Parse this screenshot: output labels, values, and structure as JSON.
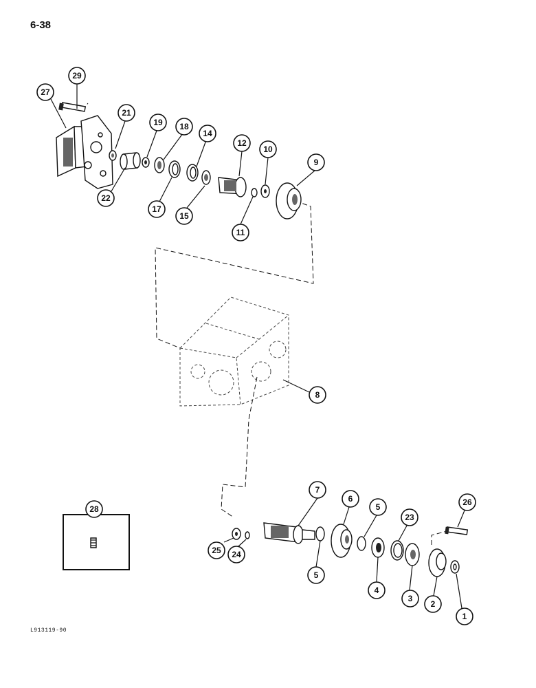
{
  "page": {
    "number": "6-38",
    "figure_code": "L913119-90"
  },
  "callouts": [
    {
      "id": "c29",
      "label": "29"
    },
    {
      "id": "c27",
      "label": "27"
    },
    {
      "id": "c21",
      "label": "21"
    },
    {
      "id": "c19",
      "label": "19"
    },
    {
      "id": "c18",
      "label": "18"
    },
    {
      "id": "c14",
      "label": "14"
    },
    {
      "id": "c12",
      "label": "12"
    },
    {
      "id": "c10",
      "label": "10"
    },
    {
      "id": "c9",
      "label": "9"
    },
    {
      "id": "c22",
      "label": "22"
    },
    {
      "id": "c17",
      "label": "17"
    },
    {
      "id": "c15",
      "label": "15"
    },
    {
      "id": "c11",
      "label": "11"
    },
    {
      "id": "c8",
      "label": "8"
    },
    {
      "id": "c28",
      "label": "28"
    },
    {
      "id": "c7",
      "label": "7"
    },
    {
      "id": "c6",
      "label": "6"
    },
    {
      "id": "c5a",
      "label": "5"
    },
    {
      "id": "c23",
      "label": "23"
    },
    {
      "id": "c26",
      "label": "26"
    },
    {
      "id": "c25",
      "label": "25"
    },
    {
      "id": "c24",
      "label": "24"
    },
    {
      "id": "c5b",
      "label": "5"
    },
    {
      "id": "c4",
      "label": "4"
    },
    {
      "id": "c3",
      "label": "3"
    },
    {
      "id": "c2",
      "label": "2"
    },
    {
      "id": "c1",
      "label": "1"
    }
  ]
}
